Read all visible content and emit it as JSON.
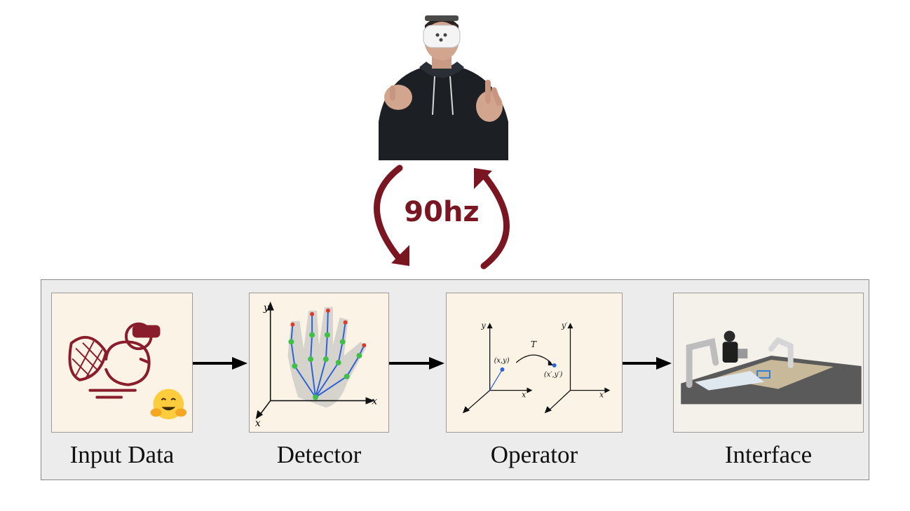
{
  "loop": {
    "label": "90hz",
    "color": "#7a1522"
  },
  "pipeline": {
    "stages": [
      {
        "id": "input-data",
        "label": "Input Data"
      },
      {
        "id": "detector",
        "label": "Detector"
      },
      {
        "id": "operator",
        "label": "Operator"
      },
      {
        "id": "interface",
        "label": "Interface"
      }
    ]
  },
  "detector_plot": {
    "x_axis": "x",
    "y_axis": "y",
    "depth_axis": "x"
  },
  "operator_plot": {
    "left_y_axis": "y",
    "left_x_axis": "x",
    "point_label": "(x,y)",
    "transform_label": "T",
    "right_y_axis": "y′",
    "right_x_axis": "x",
    "mapped_point_label": "(x′,y′)"
  },
  "icons": [
    "person-vr-headset-icon",
    "beaver-logo-icon",
    "hugging-face-emoji-icon",
    "hand-landmarks-icon",
    "robot-arms-icon"
  ]
}
